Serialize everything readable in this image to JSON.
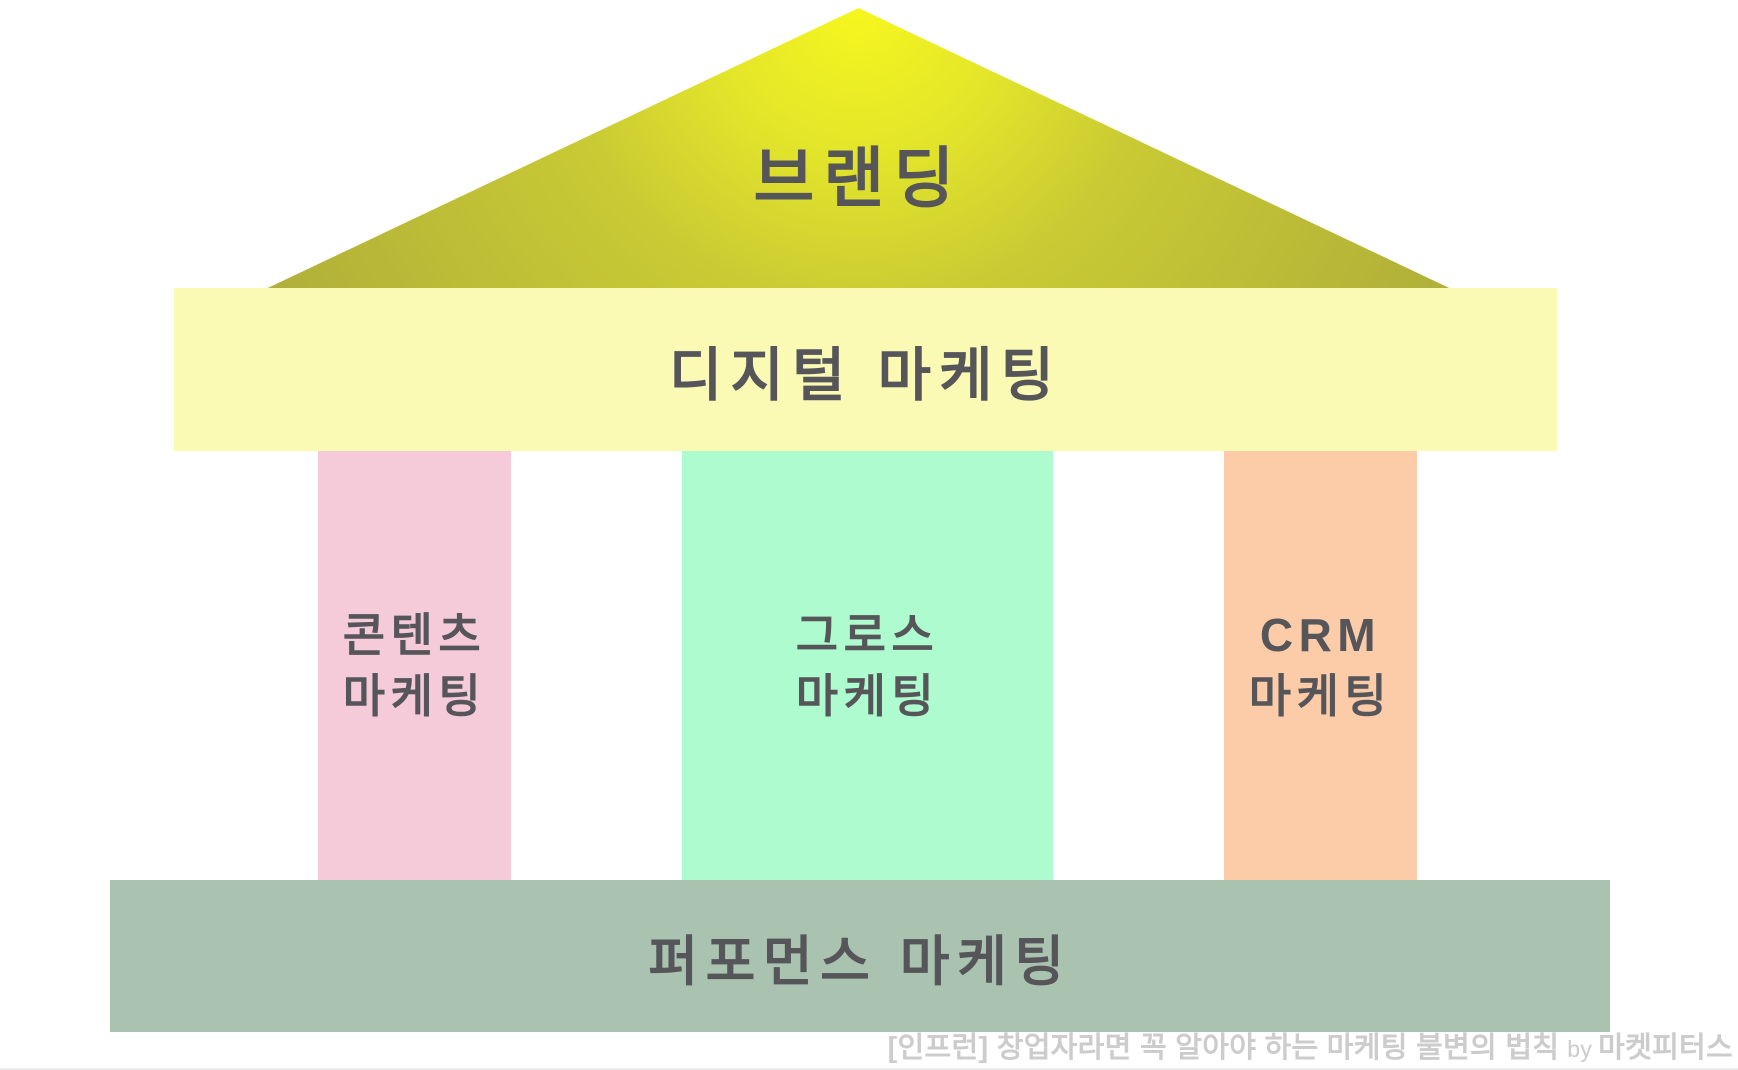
{
  "diagram": {
    "roof": {
      "label": "브랜딩",
      "gradient_top": "#F6F71E",
      "gradient_bottom": "#AFAE3A"
    },
    "beam": {
      "label": "디지털 마케팅",
      "color": "#FAFAB5"
    },
    "pillars": [
      {
        "id": "content-marketing",
        "line1": "콘텐츠",
        "line2": "마케팅",
        "color": "#F5CBDA"
      },
      {
        "id": "growth-marketing",
        "line1": "그로스",
        "line2": "마케팅",
        "color": "#AFFBD0"
      },
      {
        "id": "crm-marketing",
        "line1": "CRM",
        "line2": "마케팅",
        "color": "#FBCCA7"
      }
    ],
    "base": {
      "label": "퍼포먼스 마케팅",
      "color": "#A9C3B0"
    },
    "label_text_color": "#55555A",
    "background_color": "#FFFFFF"
  },
  "caption": {
    "main": "[인프런] 창업자라면 꼭 알아야 하는 마케팅 불변의 법칙",
    "by": "by",
    "brand": "마켓피터스",
    "color": "#CCCCCC"
  }
}
